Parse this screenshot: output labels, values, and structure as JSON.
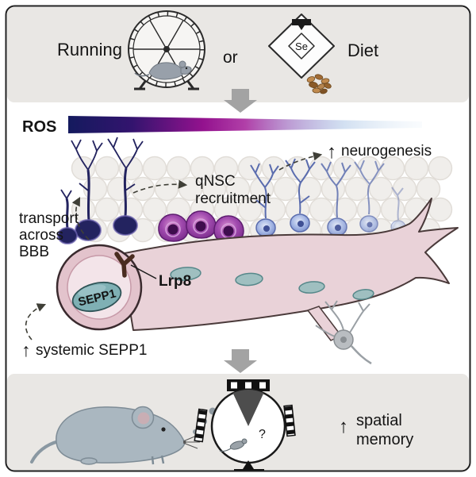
{
  "figure": {
    "colors": {
      "panel_bg": "#e9e7e4",
      "border": "#1f1f1f",
      "gray_arrow": "#a3a3a3",
      "vessel_pink": "#e9d2d8",
      "vessel_wall_pink": "#e3c3cc",
      "lumen_pink": "#f3e4e9",
      "teal": "#7fb0b4",
      "teal_nucleus": "#9fbfc0",
      "dark_purple": "#23235f",
      "qnsc_purple": "#8e3a9e",
      "neuron_blue": "#5a6cae",
      "receptor_brown": "#4a2c20",
      "mouse_gray": "#aab7c0"
    },
    "top": {
      "running": "Running",
      "or": "or",
      "se": "Se",
      "diet": "Diet"
    },
    "middle": {
      "ros": "ROS",
      "qnsc_line1": "qNSC",
      "qnsc_line2": "recruitment",
      "neurogenesis": "neurogenesis",
      "transport_line1": "transport",
      "transport_line2": "across",
      "transport_line3": "BBB",
      "sepp1": "SEPP1",
      "lrp8": "Lrp8",
      "systemic_sepp1": "systemic SEPP1"
    },
    "bottom": {
      "question_mark": "?",
      "memory_line1": "spatial",
      "memory_line2": "memory"
    },
    "icons": {
      "up_arrow": "↑"
    }
  }
}
